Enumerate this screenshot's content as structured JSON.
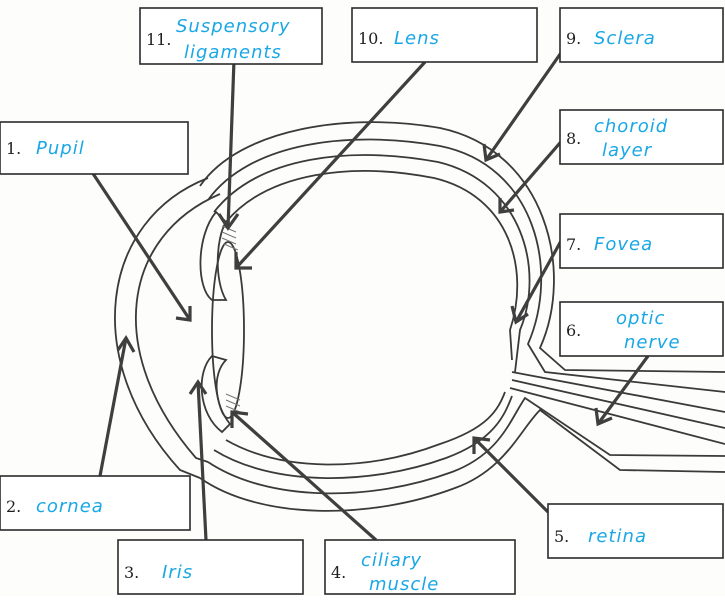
{
  "colors": {
    "answer": "#1aa7e6",
    "line": "#3a3a3a"
  },
  "labels": [
    {
      "key": "suspensory",
      "number": "11.",
      "lines": [
        "Suspensory",
        "ligaments"
      ]
    },
    {
      "key": "lens",
      "number": "10.",
      "lines": [
        "Lens"
      ]
    },
    {
      "key": "sclera",
      "number": "9.",
      "lines": [
        "Sclera"
      ]
    },
    {
      "key": "pupil",
      "number": "1.",
      "lines": [
        "Pupil"
      ]
    },
    {
      "key": "choroid",
      "number": "8.",
      "lines": [
        "choroid",
        "layer"
      ]
    },
    {
      "key": "fovea",
      "number": "7.",
      "lines": [
        "Fovea"
      ]
    },
    {
      "key": "optic",
      "number": "6.",
      "lines": [
        "optic",
        "nerve"
      ]
    },
    {
      "key": "cornea",
      "number": "2.",
      "lines": [
        "cornea"
      ]
    },
    {
      "key": "retina",
      "number": "5.",
      "lines": [
        "retina"
      ]
    },
    {
      "key": "iris",
      "number": "3.",
      "lines": [
        "Iris"
      ]
    },
    {
      "key": "ciliary",
      "number": "4.",
      "lines": [
        "ciliary",
        "muscle"
      ]
    }
  ]
}
